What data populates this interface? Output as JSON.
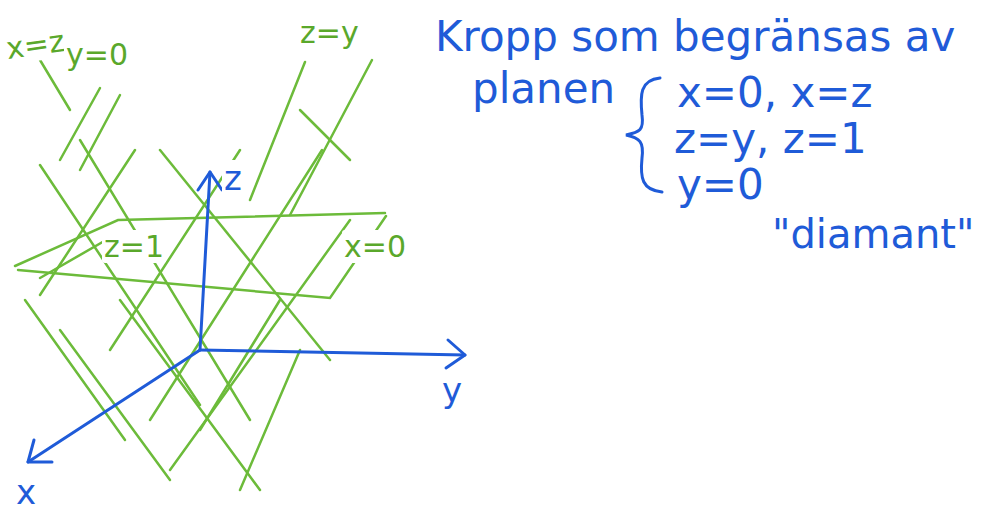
{
  "diagram": {
    "labels": [
      "Kropp som begränsas av",
      "planen",
      "x=0, x=z",
      "z=y, z=1",
      "y=0",
      "\"diamant\"",
      "x=z",
      "y=0",
      "z=y",
      "z=1",
      "x=0",
      "z",
      "y",
      "x"
    ]
  }
}
